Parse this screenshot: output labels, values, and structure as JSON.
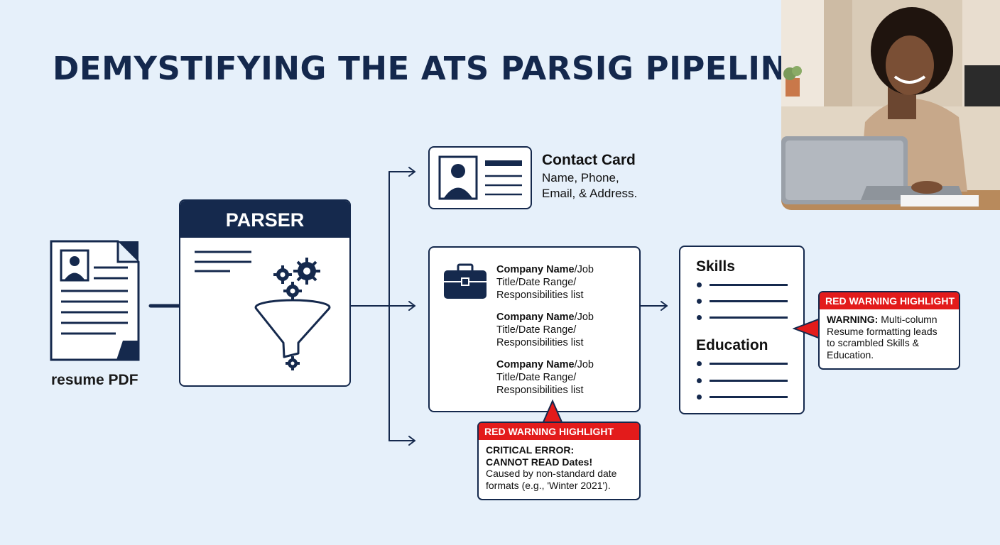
{
  "title": "DEMYSTIFYING THE ATS PARSIG PIPELINE",
  "colors": {
    "navy": "#15294d",
    "red": "#e31b1b",
    "background": "#e6f0fa"
  },
  "resume": {
    "label": "resume PDF",
    "icon": "resume-document-icon"
  },
  "parser": {
    "title": "PARSER",
    "icon": "funnel-gears-icon"
  },
  "contact": {
    "title": "Contact Card",
    "desc_line1": "Name, Phone,",
    "desc_line2": "Email, & Address."
  },
  "experience": {
    "icon": "briefcase-icon",
    "entries": [
      {
        "bold": "Company Name",
        "rest1": "/Job",
        "line2": "Title/Date Range/",
        "line3": "Responsibilities list"
      },
      {
        "bold": "Company Name",
        "rest1": "/Job",
        "line2": "Title/Date Range/",
        "line3": "Responsibilities list"
      },
      {
        "bold": "Company Name",
        "rest1": "/Job",
        "line2": "Title/Date Range/",
        "line3": "Responsibilities list"
      }
    ]
  },
  "skills_card": {
    "skills_title": "Skills",
    "education_title": "Education"
  },
  "warning_dates": {
    "header": "RED WARNING HIGHLIGHT",
    "line1": "CRITICAL ERROR:",
    "line2": "CANNOT READ Dates!",
    "line3": "Caused by non-standard date",
    "line4": "formats (e.g., 'Winter 2021')."
  },
  "warning_columns": {
    "header": "RED WARNING HIGHLIGHT",
    "bold": "WARNING:",
    "rest1": " Multi-column",
    "line2": "Resume formatting leads",
    "line3": "to scrambled Skills &",
    "line4": "Education."
  }
}
